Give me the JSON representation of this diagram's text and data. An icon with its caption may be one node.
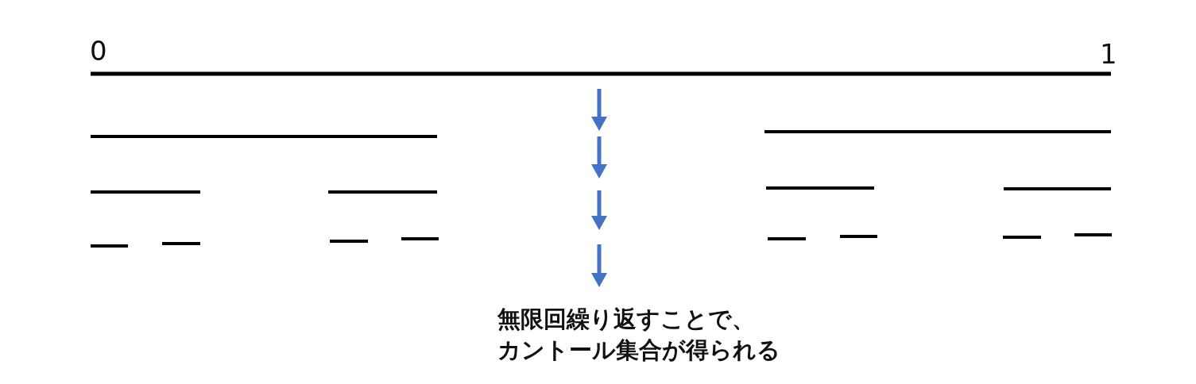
{
  "diagram": {
    "labels": [
      "0",
      "1",
      "無限回繰り返すことで、カントール集合が得られる"
    ]
  }
}
